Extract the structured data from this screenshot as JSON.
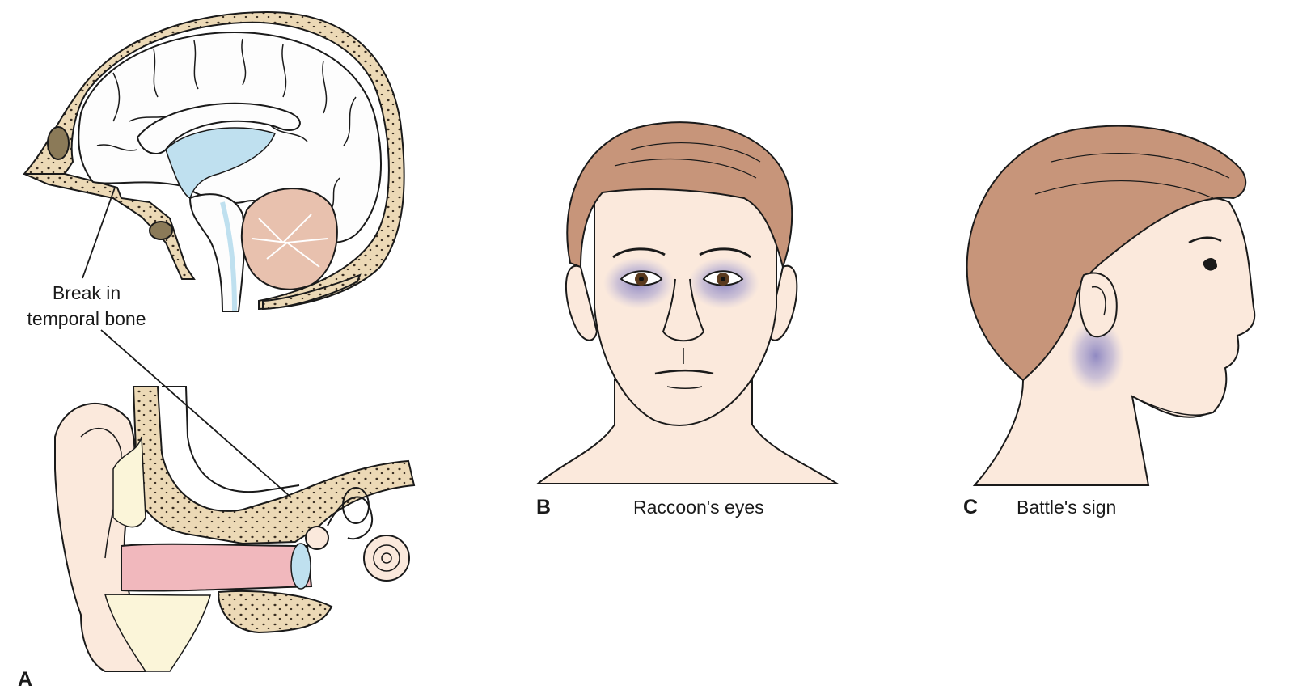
{
  "panels": [
    {
      "letter": "A",
      "annotation": [
        "Break in",
        "temporal bone"
      ]
    },
    {
      "letter": "B",
      "caption": "Raccoon's eyes"
    },
    {
      "letter": "C",
      "caption": "Battle's sign"
    }
  ],
  "colors": {
    "bone": "#ecd9b6",
    "skin": "#fbe9dc",
    "hair": "#c7957a",
    "csf": "#bfe0ef",
    "cerebellum": "#e8c1ae",
    "canal": "#f1b8bd",
    "bruise": "#8a86c4",
    "outline": "#1a1a1a"
  }
}
